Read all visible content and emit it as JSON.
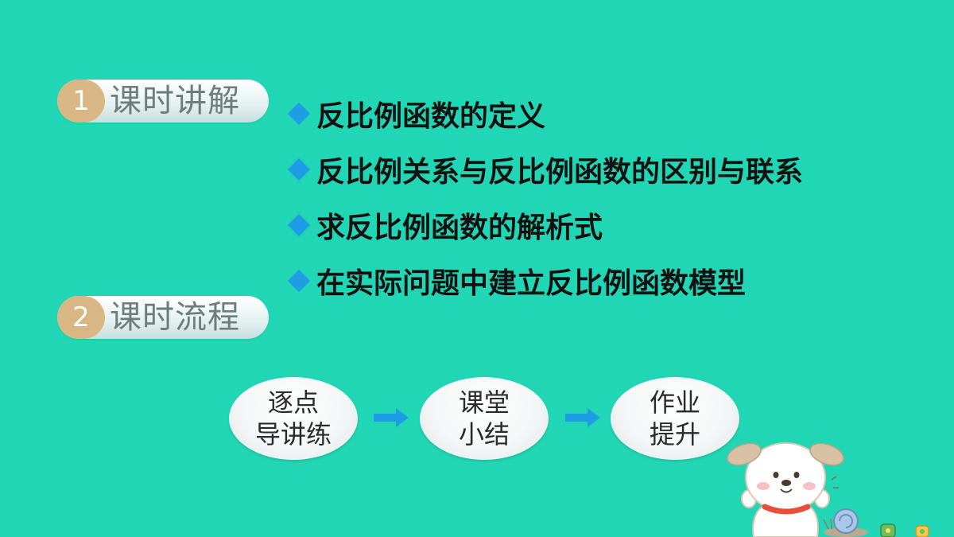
{
  "sections": [
    {
      "number": "1",
      "title": "课时讲解"
    },
    {
      "number": "2",
      "title": "课时流程"
    }
  ],
  "topics": [
    "反比例函数的定义",
    "反比例关系与反比例函数的区别与联系",
    "求反比例函数的解析式",
    "在实际问题中建立反比例函数模型"
  ],
  "flow": [
    {
      "line1": "逐点",
      "line2": "导讲练"
    },
    {
      "line1": "课堂",
      "line2": "小结"
    },
    {
      "line1": "作业",
      "line2": "提升"
    }
  ],
  "colors": {
    "background": "#21d6b4",
    "number_badge": "#d8b785",
    "bullet": "#1e9de6",
    "arrow": "#1e9de6"
  }
}
